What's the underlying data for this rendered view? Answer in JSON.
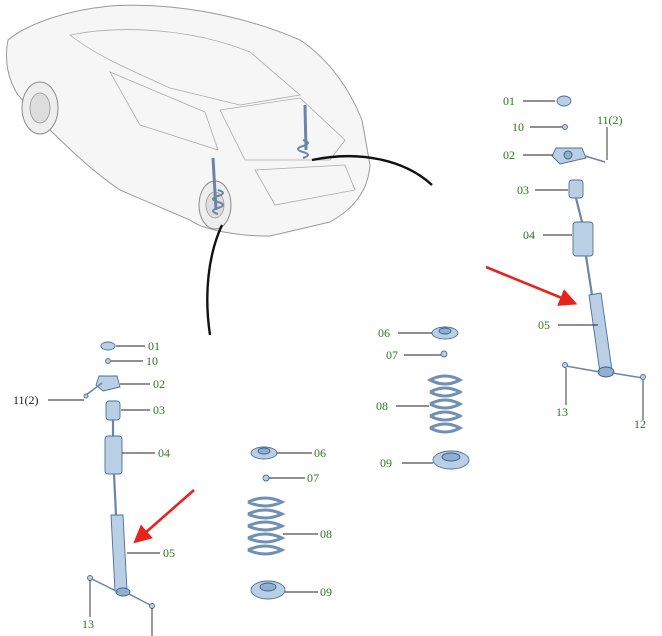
{
  "diagram": {
    "colors": {
      "callout": "#2c7a1d",
      "arrow": "#e8231e",
      "part": "#b9cfe6",
      "outline": "#4f6f92"
    },
    "rear_right_strut": {
      "labels": [
        "01",
        "10",
        "11(2)",
        "02",
        "03",
        "04",
        "05",
        "13",
        "12"
      ]
    },
    "spring_group_right": {
      "labels": [
        "06",
        "07",
        "08",
        "09"
      ]
    },
    "rear_left_strut": {
      "labels": [
        "01",
        "10",
        "11(2)",
        "02",
        "03",
        "04",
        "05",
        "13"
      ]
    },
    "spring_group_left": {
      "labels": [
        "06",
        "07",
        "08",
        "09"
      ]
    }
  }
}
